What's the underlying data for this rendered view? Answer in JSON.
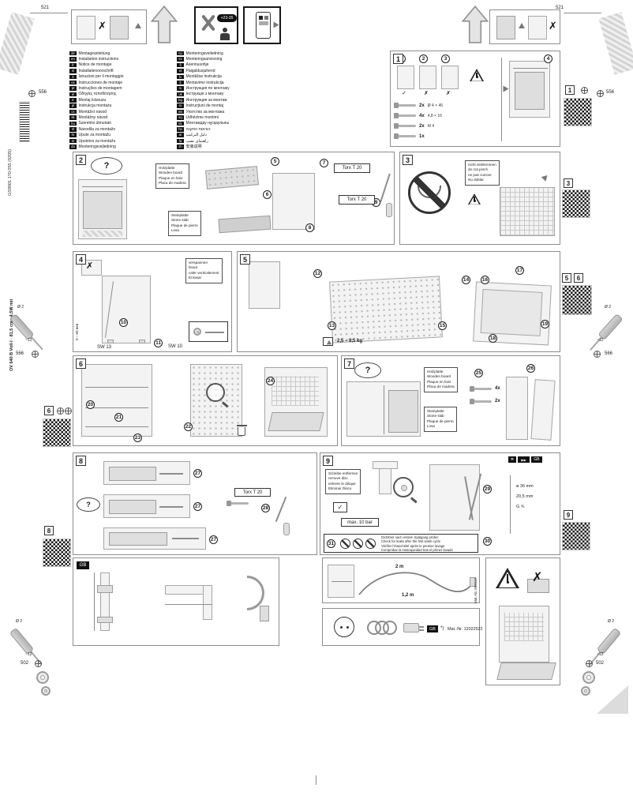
{
  "marks": {
    "ok": "✓",
    "no": "✗"
  },
  "edge_marks": {
    "top_left": "521",
    "top_right": "521",
    "left_upper": "556",
    "right_upper": "556",
    "left_mid": "566",
    "right_mid": "566",
    "left_lower": "502",
    "right_lower": "502",
    "screw_dia": "Ø 2",
    "screw_len": "~12"
  },
  "sidebar": {
    "doc_number": "GS9001 170 055 (0205)",
    "model_line": "OV 640 B Voll-I · 81,5 cm · 4,5W mit"
  },
  "header": {
    "duration": "+23-35"
  },
  "languages": {
    "col1": [
      {
        "code": "de",
        "label": "Montageanleitung"
      },
      {
        "code": "en",
        "label": "Installation instructions"
      },
      {
        "code": "fr",
        "label": "Notice de montage"
      },
      {
        "code": "nl",
        "label": "Installatievoorschrift"
      },
      {
        "code": "it",
        "label": "Istruzioni per il montaggio"
      },
      {
        "code": "es",
        "label": "Instrucciones de montaje"
      },
      {
        "code": "pt",
        "label": "Instruções de montagem"
      },
      {
        "code": "el",
        "label": "Οδηγίες τοποθέτησης"
      },
      {
        "code": "tr",
        "label": "Montaj kılavuzu"
      },
      {
        "code": "pl",
        "label": "Instrukcja montażu"
      },
      {
        "code": "cs",
        "label": "Montážní návod"
      },
      {
        "code": "sk",
        "label": "Montážny návod"
      },
      {
        "code": "hu",
        "label": "Szerelési útmutató"
      },
      {
        "code": "sl",
        "label": "Navodila za montažo"
      },
      {
        "code": "hr",
        "label": "Upute za montažu"
      },
      {
        "code": "sr",
        "label": "Uputstvo za montažu"
      },
      {
        "code": "da",
        "label": "Monteringsvejledning"
      }
    ],
    "col2": [
      {
        "code": "no",
        "label": "Monteringsveiledning"
      },
      {
        "code": "sv",
        "label": "Monteringsanvisning"
      },
      {
        "code": "fi",
        "label": "Asennusohje"
      },
      {
        "code": "et",
        "label": "Paigaldusjuhend"
      },
      {
        "code": "lv",
        "label": "Montāžas instrukcija"
      },
      {
        "code": "lt",
        "label": "Montavimo instrukcija"
      },
      {
        "code": "ru",
        "label": "Инструкция по монтажу"
      },
      {
        "code": "uk",
        "label": "Інструкція з монтажу"
      },
      {
        "code": "bg",
        "label": "Инструкция за монтаж"
      },
      {
        "code": "ro",
        "label": "Instrucţiuni de montaj"
      },
      {
        "code": "mk",
        "label": "Упатство за монтажа"
      },
      {
        "code": "sq",
        "label": "Udhëzime montimi"
      },
      {
        "code": "kk",
        "label": "Монтаждау нұсқаулығы"
      },
      {
        "code": "he",
        "label": "הוראות התקנה"
      },
      {
        "code": "ar",
        "label": "دليل التركيب"
      },
      {
        "code": "fa",
        "label": "راهنمای نصب"
      },
      {
        "code": "zh",
        "label": "安装说明"
      }
    ]
  },
  "step1": {
    "num": "1",
    "circles": [
      "1",
      "2",
      "3",
      "4"
    ],
    "parts": [
      {
        "qty": "2x",
        "spec": "Ø 4 × 45"
      },
      {
        "qty": "4x",
        "spec": "4,8 × 16"
      },
      {
        "qty": "2x",
        "spec": "M 4"
      },
      {
        "qty": "1x",
        "spec": ""
      }
    ]
  },
  "step2": {
    "num": "2",
    "question": "?",
    "wood": [
      "Holzplatte",
      "Wooden board",
      "Plaque en bois",
      "Placa de madera"
    ],
    "stone": [
      "Steinplatte",
      "Stone slab",
      "Plaque de pierre",
      "Losa"
    ],
    "torx": "Torx T 20",
    "circles": [
      "5",
      "6",
      "7",
      "8",
      "9"
    ]
  },
  "step3": {
    "num": "3",
    "warn": [
      "nicht einklemmen",
      "do not pinch",
      "ne pas coincer",
      "No doblar"
    ]
  },
  "step4": {
    "num": "4",
    "brace": [
      "verspannen",
      "brace",
      "caler verticalement",
      "Enrasar"
    ],
    "range": "0 – 60 mm",
    "wrench_a": "SW 13",
    "wrench_b": "SW 10",
    "circles": [
      "10",
      "11"
    ]
  },
  "step5": {
    "num": "5",
    "circles": [
      "12",
      "13",
      "14",
      "15",
      "16",
      "17",
      "18",
      "19"
    ],
    "panel_weight": "2,5 – 8,5 kg"
  },
  "step6": {
    "num": "6",
    "circles": [
      "20",
      "21",
      "22",
      "23",
      "24"
    ]
  },
  "step7": {
    "num": "7",
    "question": "?",
    "wood": [
      "Holzplatte",
      "Wooden board",
      "Plaque en bois",
      "Placa de madera"
    ],
    "stone": [
      "Steinplatte",
      "Stone slab",
      "Plaque de pierre",
      "Losa"
    ],
    "qty_a": "4x",
    "qty_b": "2x",
    "circles": [
      "25",
      "26"
    ]
  },
  "step8": {
    "num": "8",
    "question": "?",
    "torx": "Torx T 20",
    "circles": [
      "27",
      "27",
      "27",
      "28"
    ]
  },
  "step9": {
    "num": "9",
    "disc": [
      "Scheibe entfernen",
      "remove disc",
      "enlever le disque",
      "Eliminar Disco"
    ],
    "pressure": "max. 10 bar",
    "icons": {
      "list": "≣",
      "fast": "▶▶",
      "gb": "GB"
    },
    "dims": [
      {
        "v": "ø 36 mm"
      },
      {
        "v": "20,5 mm"
      },
      {
        "v": "G ¾"
      }
    ],
    "circles": [
      "29",
      "30",
      "31"
    ],
    "check": [
      "Dichtheit nach erstem Spülgang prüfen",
      "Check for leaks after the first wash cycle",
      "Vérifier l'étanchéité après le premier lavage",
      "Comprobar la estanqueidad tras el primer lavado"
    ]
  },
  "gb_box": {
    "code": "GB"
  },
  "hose_box": {
    "len_top": "2 m",
    "len_bottom": "1,2 m",
    "mat_vertical": "Mat.-Nr. 668113"
  },
  "power_box": {
    "region": "GB",
    "star": "*)",
    "mat": "Mat.-Nr. 12022522"
  },
  "qr": {
    "r1": "1",
    "r2": "3",
    "r3a": "5",
    "r3b": "6",
    "r4": "9",
    "l1": "6",
    "l2": "8"
  }
}
